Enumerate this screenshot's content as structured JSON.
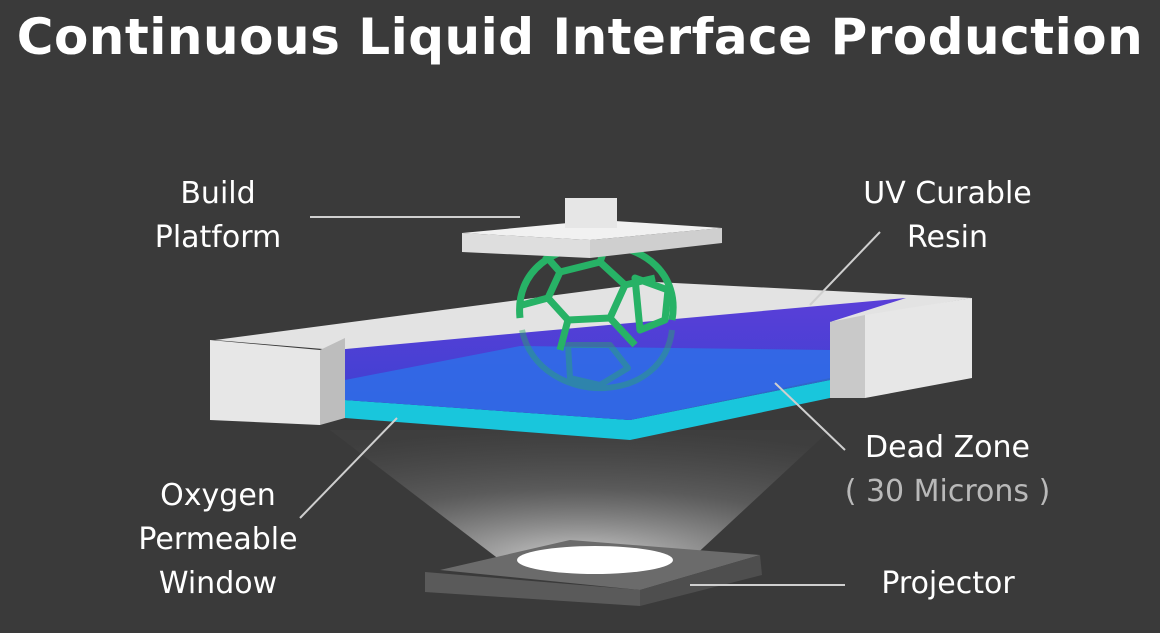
{
  "title": "Continuous Liquid Interface Production",
  "labels": {
    "build_platform": [
      "Build",
      "Platform"
    ],
    "uv_resin": [
      "UV Curable",
      "Resin"
    ],
    "dead_zone": "Dead Zone",
    "dead_zone_size": "( 30 Microns )",
    "oxygen_window": [
      "Oxygen",
      "Permeable",
      "Window"
    ],
    "projector": "Projector"
  },
  "colors": {
    "background": "#3a3a3a",
    "resin": "#4a3fd6",
    "dead_zone": "#2f6ee8",
    "window": "#19c6dc",
    "frame": "#dcdcdc",
    "part": "#27b266",
    "projector": "#6a6a6a"
  }
}
